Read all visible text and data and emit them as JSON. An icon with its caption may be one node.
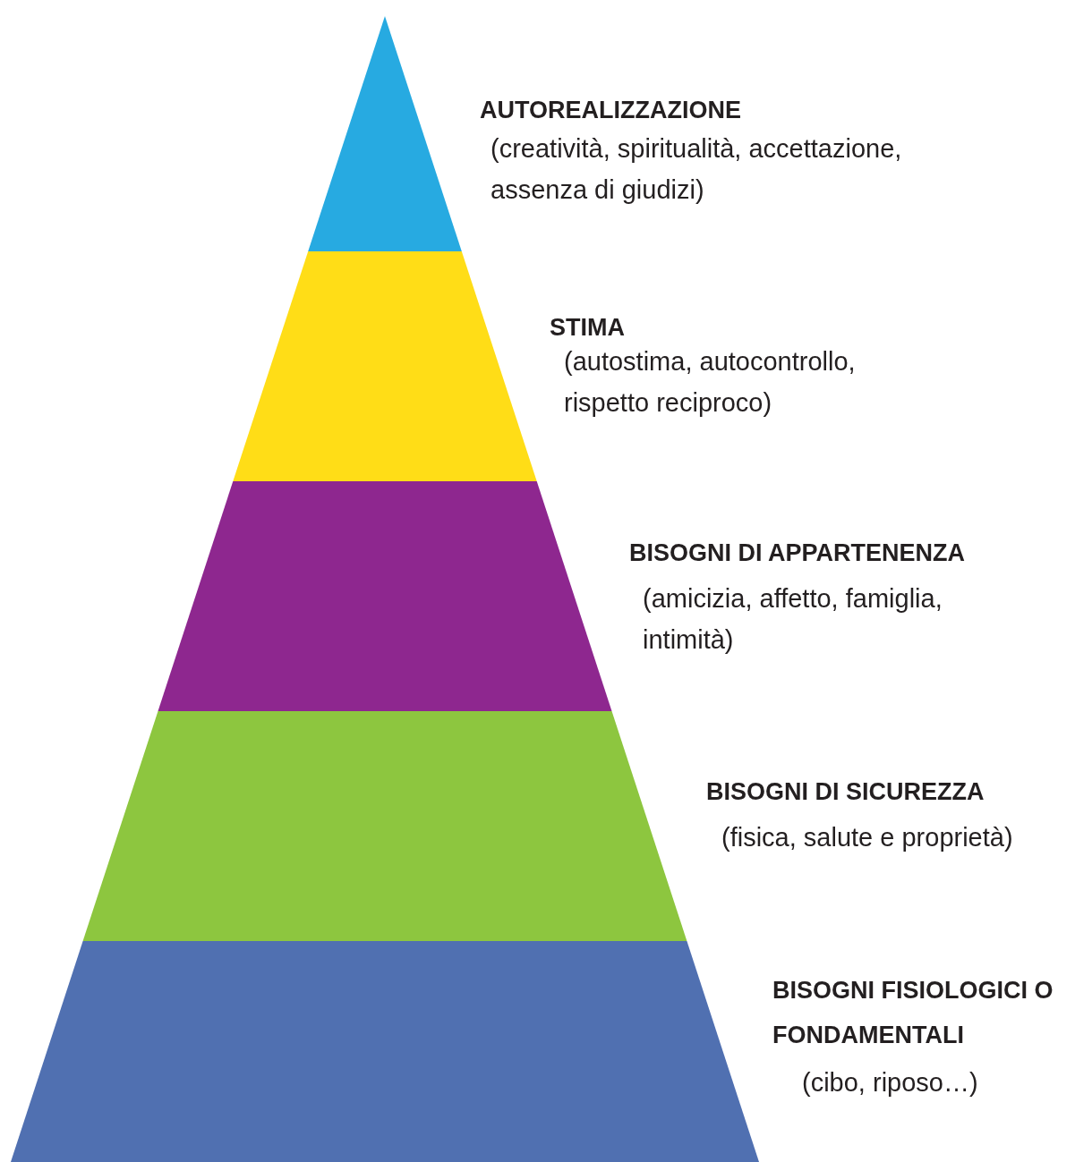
{
  "diagram": {
    "nodes": [
      {
        "text": [
          "AUTOREALIZZAZIONE",
          "(creatività, spiritualità, accettazione, assenza di giudizi)"
        ]
      },
      {
        "text": [
          "STIMA",
          "(autostima, autocontrollo, rispetto reciproco)"
        ]
      },
      {
        "text": [
          "BISOGNI DI APPARTENENZA",
          "(amicizia, affetto, famiglia, intimità)"
        ]
      },
      {
        "text": [
          "BISOGNI DI SICUREZZA",
          "(fisica, salute e proprietà)"
        ]
      },
      {
        "text": [
          "BISOGNI FISIOLOGICI O FONDAMENTALI",
          "(cibo, riposo…)"
        ]
      }
    ]
  }
}
